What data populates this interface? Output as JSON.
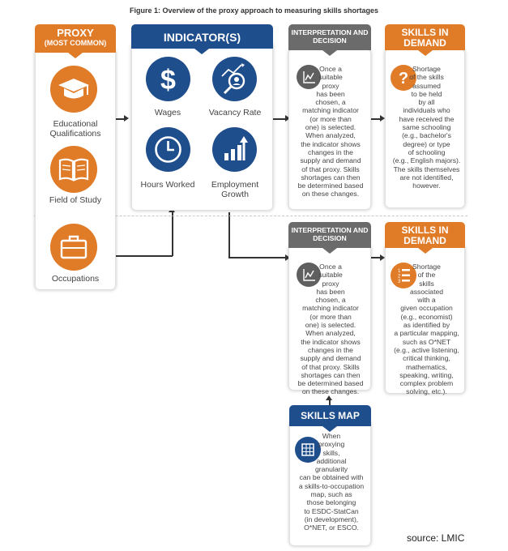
{
  "title": "Figure 1: Overview of the proxy approach to measuring skills shortages",
  "proxy": {
    "header_line1": "PROXY",
    "header_line2": "(MOST COMMON)",
    "items": [
      "Educational Qualifications",
      "Field of Study",
      "Occupations"
    ]
  },
  "indicators": {
    "header": "INDICATOR(S)",
    "items": [
      "Wages",
      "Vacancy Rate",
      "Hours Worked",
      "Employment Growth"
    ]
  },
  "interpretation_top": {
    "header": "INTERPRETATION AND DECISION",
    "body": "Once a\nsuitable\nproxy\nhas been\nchosen, a\nmatching indicator\n(or more than\none) is selected.\nWhen analyzed,\nthe indicator shows\nchanges in the\nsupply and demand\nof that proxy. Skills\nshortages can then\nbe determined based\non these changes."
  },
  "skills_demand_top": {
    "header": "SKILLS IN DEMAND",
    "body": "Shortage\nof the skills\nassumed\nto be held\nby all\nindividuals who\nhave received the\nsame schooling\n(e.g., bachelor's\ndegree) or type\nof schooling\n(e.g., English majors).\nThe skills themselves\nare not identified,\nhowever."
  },
  "interpretation_bottom": {
    "header": "INTERPRETATION AND DECISION",
    "body": "Once a\nsuitable\nproxy\nhas been\nchosen, a\nmatching indicator\n(or more than\none) is selected.\nWhen analyzed,\nthe indicator shows\nchanges in the\nsupply and demand\nof that proxy. Skills\nshortages can then\nbe determined based\non these changes."
  },
  "skills_demand_bottom": {
    "header": "SKILLS IN DEMAND",
    "body": "Shortage\nof the\nskills\nassociated\nwith a\ngiven occupation\n(e.g., economist)\nas identified by\na particular mapping,\nsuch as O*NET\n(e.g., active listening,\ncritical thinking,\nmathematics,\nspeaking, writing,\ncomplex problem\nsolving, etc.)."
  },
  "skills_map": {
    "header": "SKILLS MAP",
    "body": "When\nproxying\nskills,\nadditional\ngranularity\ncan be obtained with\na skills-to-occupation\nmap, such as\nthose belonging\nto ESDC-StatCan\n(in development),\nO*NET, or ESCO."
  },
  "source": "source: LMIC",
  "colors": {
    "orange": "#e07b28",
    "blue": "#1f4e8c",
    "gray": "#6b6b6b"
  },
  "icons": [
    "graduation-cap-icon",
    "open-book-icon",
    "briefcase-icon",
    "dollar-icon",
    "magnifier-chart-icon",
    "clock-icon",
    "bar-growth-icon",
    "line-chart-icon",
    "question-icon",
    "numbered-list-icon",
    "skills-map-icon"
  ]
}
